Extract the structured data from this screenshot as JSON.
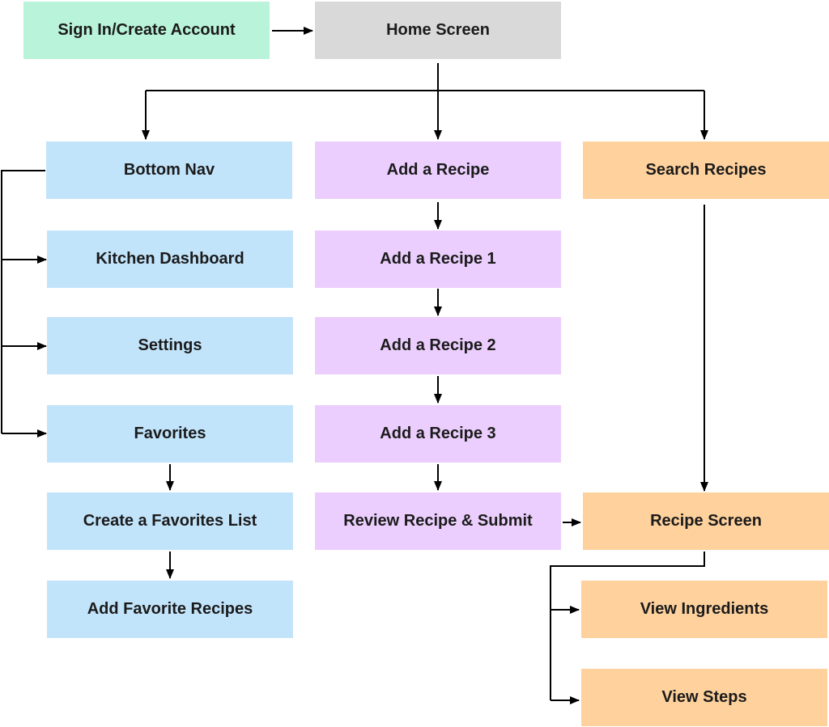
{
  "colors": {
    "start": "#b9f3d9",
    "home": "#d9d9d9",
    "nav_branch": "#c2e4fb",
    "recipe_branch": "#ebcefd",
    "search_branch": "#fed19d",
    "connector": "#000000"
  },
  "nodes": {
    "sign_in": "Sign In/Create Account",
    "home": "Home Screen",
    "bottom_nav": "Bottom Nav",
    "kitchen_dashboard": "Kitchen Dashboard",
    "settings": "Settings",
    "favorites": "Favorites",
    "create_favorites_list": "Create a Favorites List",
    "add_favorite_recipes": "Add Favorite Recipes",
    "add_recipe": "Add a Recipe",
    "add_recipe_1": "Add a Recipe 1",
    "add_recipe_2": "Add a Recipe 2",
    "add_recipe_3": "Add a Recipe 3",
    "review_submit": "Review Recipe & Submit",
    "search_recipes": "Search Recipes",
    "recipe_screen": "Recipe Screen",
    "view_ingredients": "View Ingredients",
    "view_steps": "View Steps"
  },
  "edges": [
    [
      "sign_in",
      "home"
    ],
    [
      "home",
      "bottom_nav"
    ],
    [
      "home",
      "add_recipe"
    ],
    [
      "home",
      "search_recipes"
    ],
    [
      "bottom_nav",
      "kitchen_dashboard"
    ],
    [
      "bottom_nav",
      "settings"
    ],
    [
      "bottom_nav",
      "favorites"
    ],
    [
      "favorites",
      "create_favorites_list"
    ],
    [
      "create_favorites_list",
      "add_favorite_recipes"
    ],
    [
      "add_recipe",
      "add_recipe_1"
    ],
    [
      "add_recipe_1",
      "add_recipe_2"
    ],
    [
      "add_recipe_2",
      "add_recipe_3"
    ],
    [
      "add_recipe_3",
      "review_submit"
    ],
    [
      "review_submit",
      "recipe_screen"
    ],
    [
      "search_recipes",
      "recipe_screen"
    ],
    [
      "recipe_screen",
      "view_ingredients"
    ],
    [
      "recipe_screen",
      "view_steps"
    ]
  ]
}
